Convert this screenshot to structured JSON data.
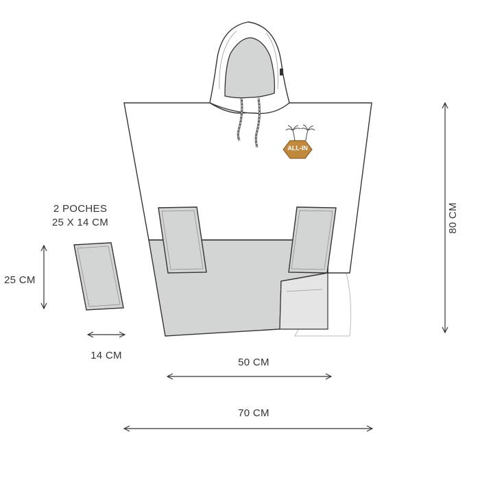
{
  "pockets": {
    "count_label": "2 POCHES",
    "size_label": "25 X 14 CM"
  },
  "dimensions": {
    "pocket_height": "25 CM",
    "pocket_width": "14 CM",
    "bottom_width": "50 CM",
    "total_width": "70 CM",
    "total_height": "80 CM"
  },
  "logo": {
    "text": "ALL-IN"
  },
  "colors": {
    "outline": "#333333",
    "gray_fill": "#d3d5d4",
    "white_fill": "#ffffff",
    "logo_brown": "#c0893e"
  }
}
